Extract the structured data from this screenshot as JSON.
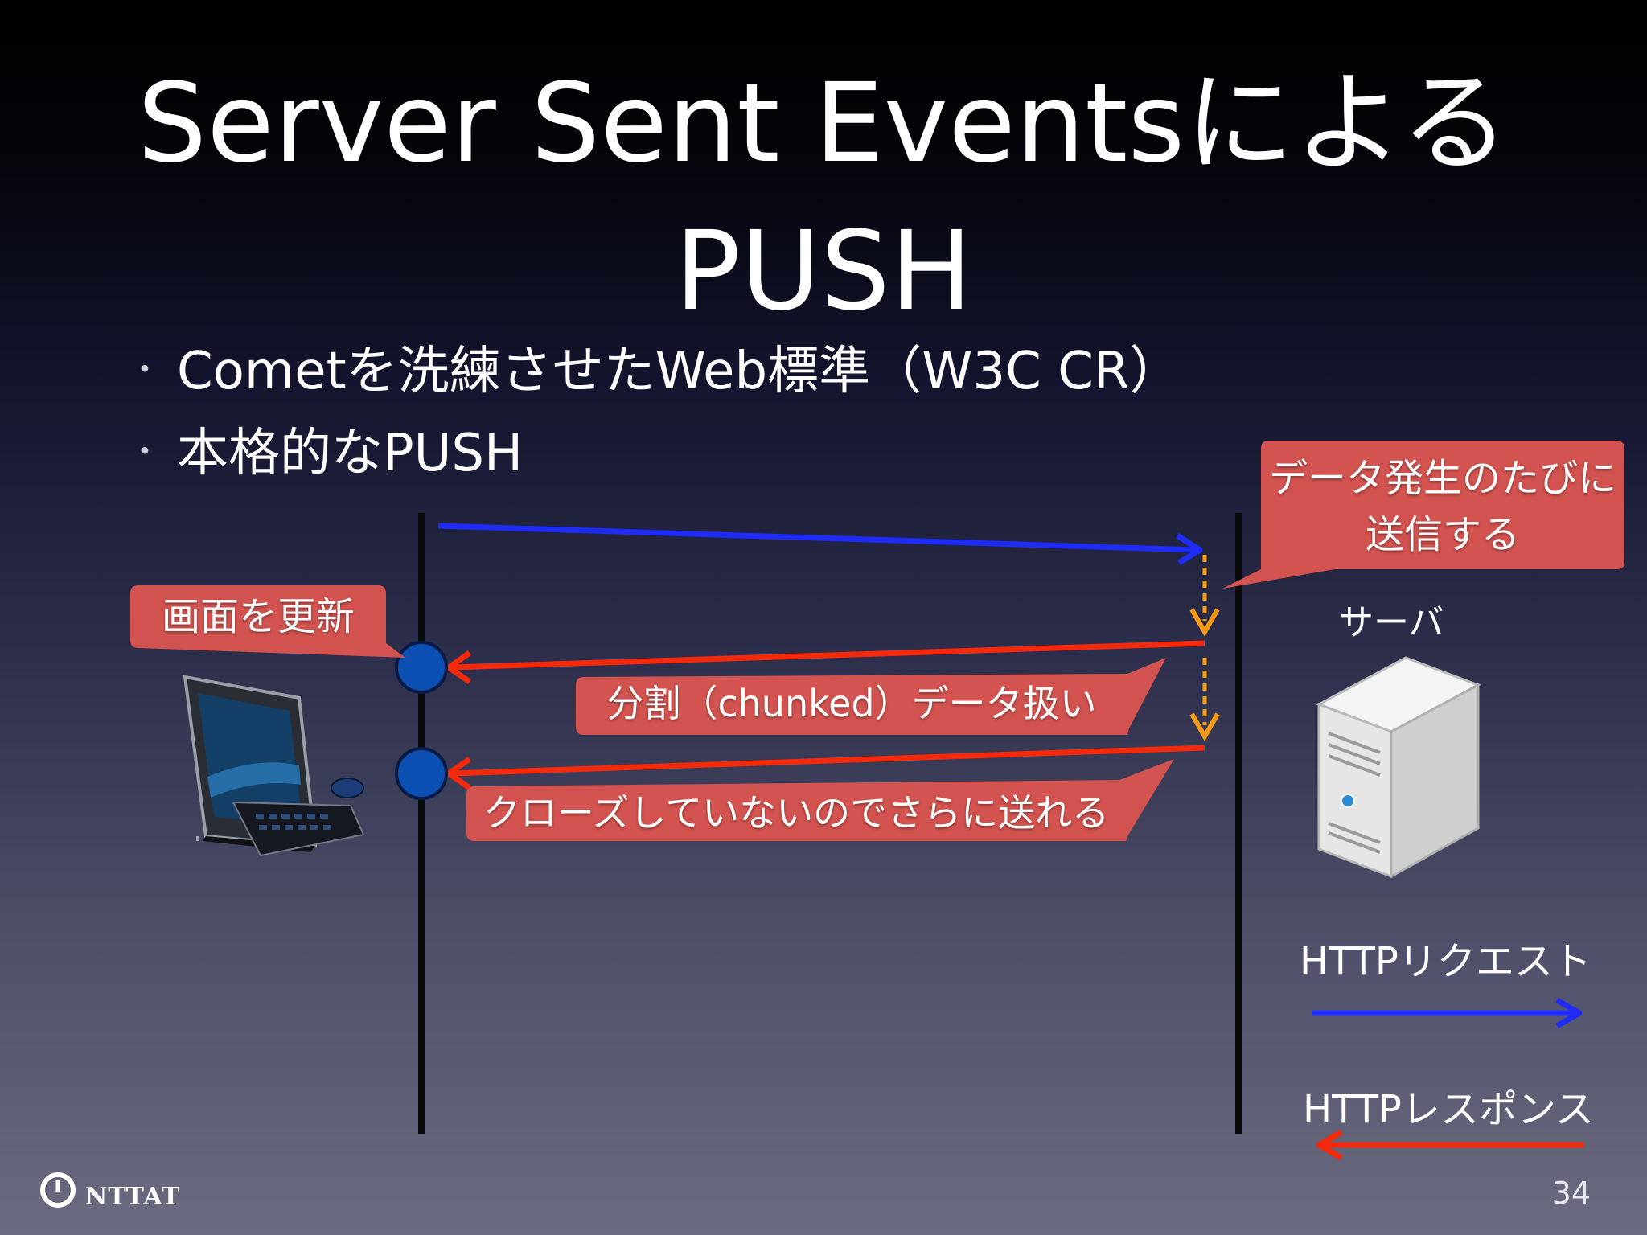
{
  "slide": {
    "title_line1": "Server Sent Eventsによる",
    "title_line2": "PUSH",
    "bullets": [
      "Cometを洗練させたWeb標準（W3C CR）",
      "本格的なPUSH"
    ],
    "page_number": "34"
  },
  "diagram": {
    "callouts": {
      "server_send": [
        "データ発生のたびに",
        "送信する"
      ],
      "update_screen": "画面を更新",
      "chunked": "分割（chunked）データ扱い",
      "not_closed": "クローズしていないのでさらに送れる"
    },
    "server_label": "サーバ",
    "legend": {
      "request_label": "HTTPリクエスト",
      "response_label": "HTTPレスポンス"
    },
    "colors": {
      "request": "#1f2cf5",
      "response": "#f52a0c",
      "data_event": "#f59a17",
      "callout_fill": "#d2534f",
      "node_fill": "#0c4fb3"
    }
  },
  "logo": {
    "text": "NTTAT"
  }
}
